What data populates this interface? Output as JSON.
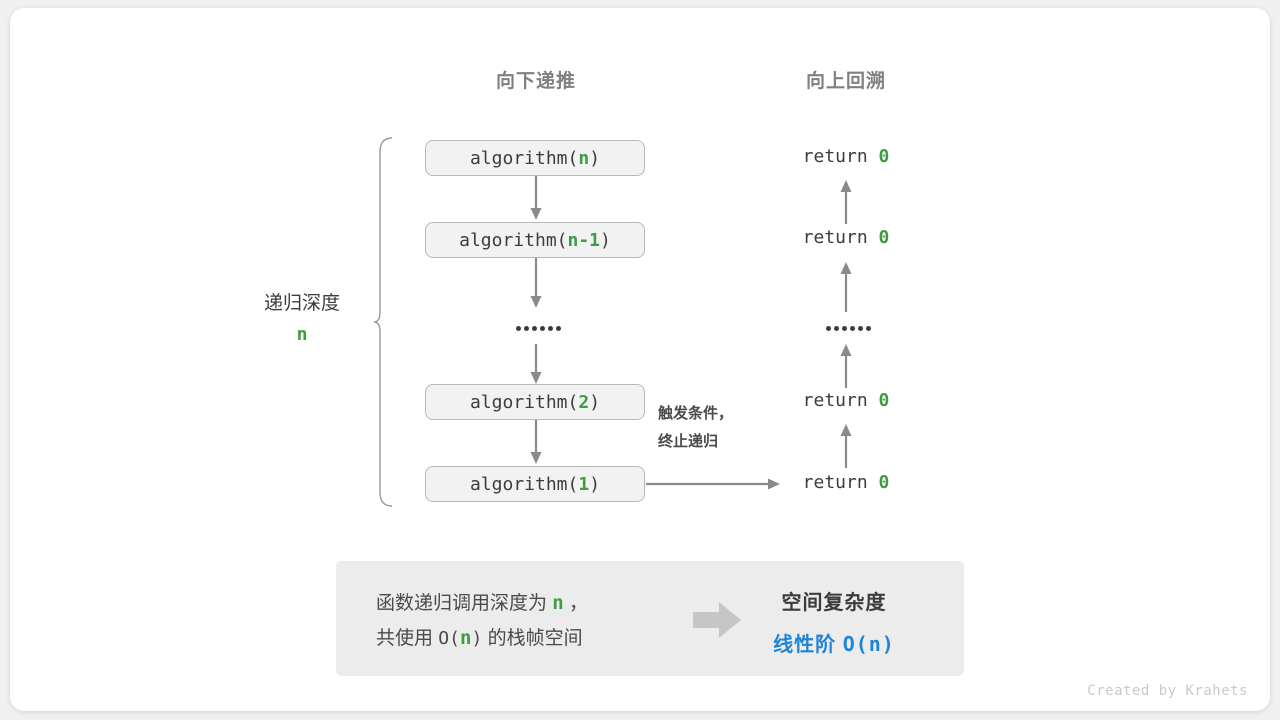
{
  "card": {
    "headers": {
      "left": "向下递推",
      "right": "向上回溯"
    },
    "depth_label": {
      "title": "递归深度",
      "value": "n"
    },
    "calls": [
      {
        "prefix": "algorithm(",
        "arg": "n",
        "suffix": ")"
      },
      {
        "prefix": "algorithm(",
        "arg": "n-1",
        "suffix": ")"
      },
      {
        "prefix": "algorithm(",
        "arg": "2",
        "suffix": ")"
      },
      {
        "prefix": "algorithm(",
        "arg": "1",
        "suffix": ")"
      }
    ],
    "returns": [
      {
        "keyword": "return",
        "value": "0"
      },
      {
        "keyword": "return",
        "value": "0"
      },
      {
        "keyword": "return",
        "value": "0"
      },
      {
        "keyword": "return",
        "value": "0"
      }
    ],
    "trigger_note": {
      "line1": "触发条件，",
      "line2": "终止递归"
    },
    "ellipsis_dot_count": 6,
    "summary": {
      "left_line1_a": "函数递归调用深度为",
      "left_line1_n": "n",
      "left_line1_b": "，",
      "left_line2_a": "共使用",
      "left_line2_o": "O(",
      "left_line2_n": "n",
      "left_line2_c": ")",
      "left_line2_b": "的栈帧空间",
      "right_title": "空间复杂度",
      "right_order": "线性阶",
      "right_notation": "O(n)"
    },
    "credit": "Created by Krahets"
  },
  "colors": {
    "green": "#3f9c40",
    "blue": "#1f84d6",
    "arrow_gray": "#8a8a8a",
    "box_fill": "#f2f2f2",
    "box_border": "#b8b8b8",
    "summary_fill": "#ececec",
    "header_gray": "#808080",
    "text_dark": "#3c3c3c",
    "block_arrow": "#c6c6c6"
  }
}
